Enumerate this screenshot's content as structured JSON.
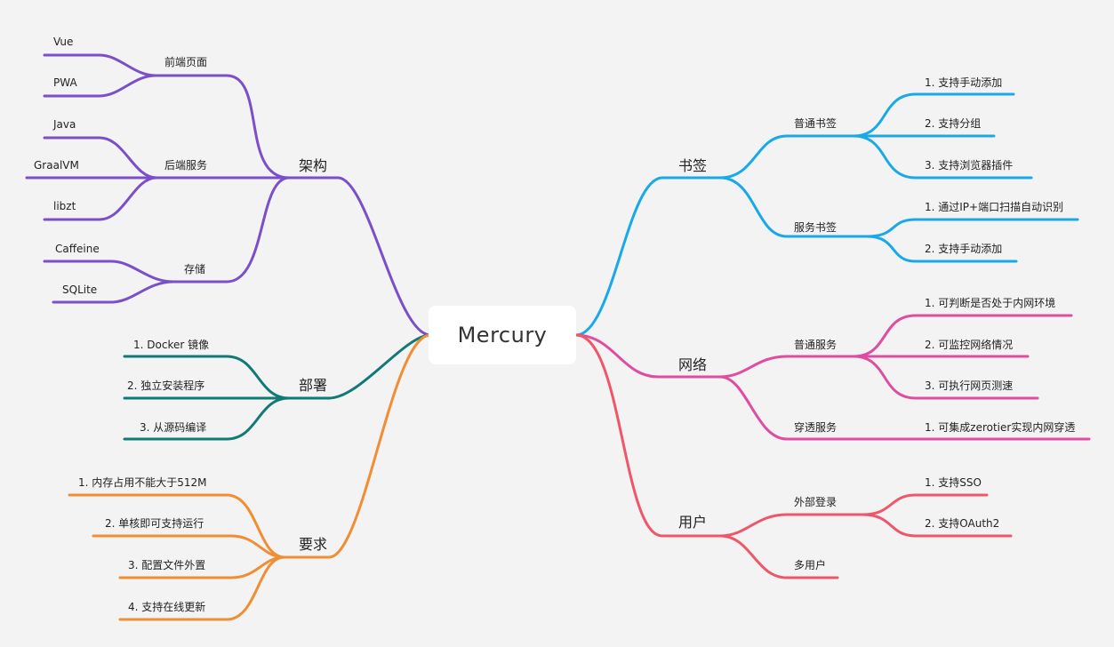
{
  "root": {
    "label": "Mercury"
  },
  "colors": {
    "architecture": "#7a4fc9",
    "deployment": "#127a74",
    "requirements": "#f18d32",
    "bookmarks": "#19a9e8",
    "network": "#df4d9f",
    "users": "#f0566a",
    "root_bg": "#ffffff",
    "canvas_bg": "#f3f3f4"
  },
  "branches": {
    "architecture": {
      "label": "架构",
      "frontend": {
        "label": "前端页面",
        "items": [
          "Vue",
          "PWA"
        ]
      },
      "backend": {
        "label": "后端服务",
        "items": [
          "Java",
          "GraalVM",
          "libzt"
        ]
      },
      "storage": {
        "label": "存储",
        "items": [
          "Caffeine",
          "SQLite"
        ]
      }
    },
    "deployment": {
      "label": "部署",
      "items": [
        "1. Docker 镜像",
        "2. 独立安装程序",
        "3. 从源码编译"
      ]
    },
    "requirements": {
      "label": "要求",
      "items": [
        "1. 内存占用不能大于512M",
        "2. 单核即可支持运行",
        "3. 配置文件外置",
        "4. 支持在线更新"
      ]
    },
    "bookmarks": {
      "label": "书签",
      "normal": {
        "label": "普通书签",
        "items": [
          "1. 支持手动添加",
          "2. 支持分组",
          "3. 支持浏览器插件"
        ]
      },
      "service": {
        "label": "服务书签",
        "items": [
          "1. 通过IP+端口扫描自动识别",
          "2. 支持手动添加"
        ]
      }
    },
    "network": {
      "label": "网络",
      "normal": {
        "label": "普通服务",
        "items": [
          "1. 可判断是否处于内网环境",
          "2. 可监控网络情况",
          "3. 可执行网页测速"
        ]
      },
      "penetration": {
        "label": "穿透服务",
        "items": [
          "1. 可集成zerotier实现内网穿透"
        ]
      }
    },
    "users": {
      "label": "用户",
      "external": {
        "label": "外部登录",
        "items": [
          "1. 支持SSO",
          "2. 支持OAuth2"
        ]
      },
      "multi": {
        "label": "多用户"
      }
    }
  }
}
